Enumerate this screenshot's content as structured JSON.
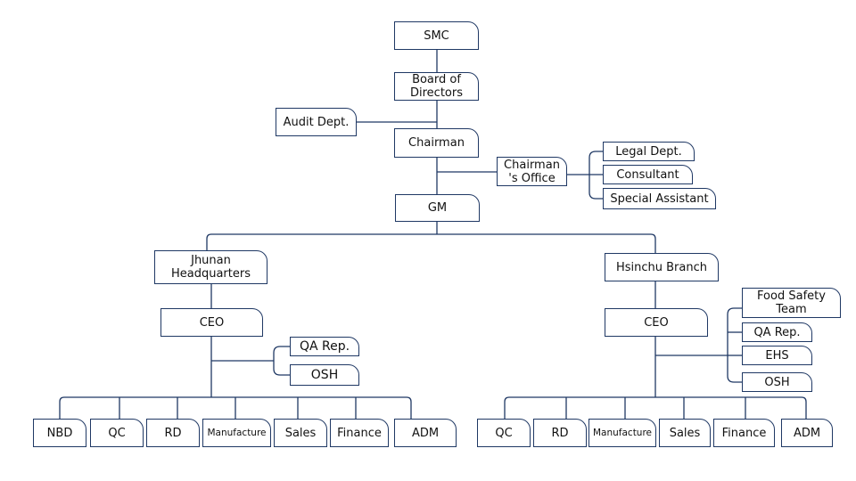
{
  "nodes": {
    "smc": "SMC",
    "board": "Board of\nDirectors",
    "audit": "Audit Dept.",
    "chairman": "Chairman",
    "chairman_office": "Chairman\n's Office",
    "legal": "Legal Dept.",
    "consultant": "Consultant",
    "special_assistant": "Special Assistant",
    "gm": "GM",
    "jhunan_hq": "Jhunan\nHeadquarters",
    "hsinchu_branch": "Hsinchu Branch",
    "jhunan_ceo": "CEO",
    "jhunan_qa_rep": "QA Rep.",
    "jhunan_osh": "OSH",
    "hsinchu_ceo": "CEO",
    "food_safety": "Food Safety\nTeam",
    "hsinchu_qa_rep": "QA Rep.",
    "ehs": "EHS",
    "hsinchu_osh": "OSH",
    "jhunan_depts": [
      "NBD",
      "QC",
      "RD",
      "Manufacture",
      "Sales",
      "Finance",
      "ADM"
    ],
    "hsinchu_depts": [
      "QC",
      "RD",
      "Manufacture",
      "Sales",
      "Finance",
      "ADM"
    ]
  },
  "colors": {
    "line": "#1f3864",
    "text": "#111111",
    "box_fill": "#ffffff"
  }
}
